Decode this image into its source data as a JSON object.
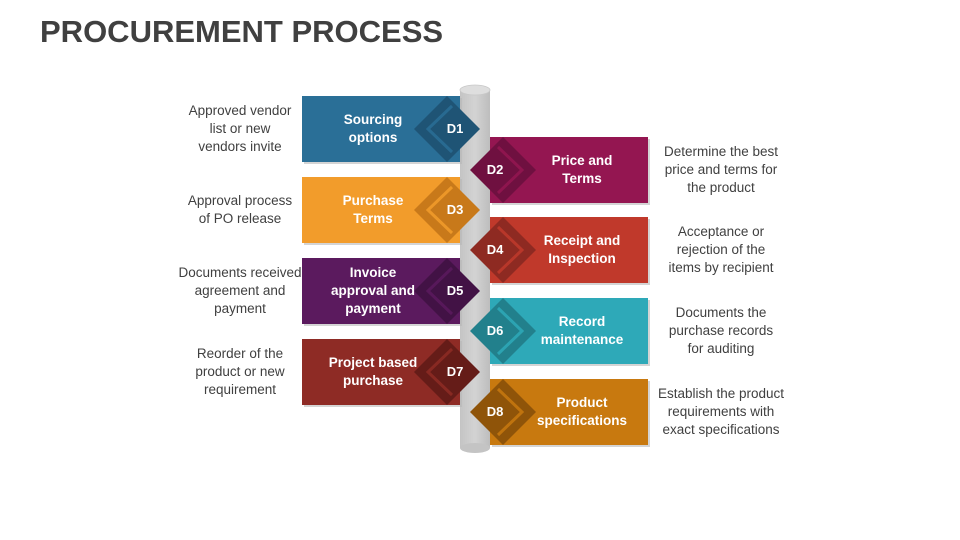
{
  "title": "PROCUREMENT PROCESS",
  "colors": {
    "title": "#404040",
    "description_text": "#404040",
    "spine": "#cccccc"
  },
  "steps": [
    {
      "id": "D1",
      "side": "left",
      "label": "Sourcing\noptions",
      "description": "Approved vendor\nlist or new\nvendors invite",
      "color": "#2a6f97",
      "accent": "#1f5475"
    },
    {
      "id": "D2",
      "side": "right",
      "label": "Price and\nTerms",
      "description": "Determine the best\nprice and terms for\nthe product",
      "color": "#941651",
      "accent": "#6f1040"
    },
    {
      "id": "D3",
      "side": "left",
      "label": "Purchase\nTerms",
      "description": "Approval process\nof PO release",
      "color": "#f29c2b",
      "accent": "#c8791a"
    },
    {
      "id": "D4",
      "side": "right",
      "label": "Receipt and\nInspection",
      "description": "Acceptance or\nrejection of the\nitems by recipient",
      "color": "#c0392b",
      "accent": "#8e2a22"
    },
    {
      "id": "D5",
      "side": "left",
      "label": "Invoice\napproval and\npayment",
      "description": "Documents received\nagreement and\npayment",
      "color": "#5b1a5e",
      "accent": "#421245"
    },
    {
      "id": "D6",
      "side": "right",
      "label": "Record\nmaintenance",
      "description": "Documents the\npurchase records\nfor auditing",
      "color": "#2ea9b8",
      "accent": "#22808c"
    },
    {
      "id": "D7",
      "side": "left",
      "label": "Project based\npurchase",
      "description": "Reorder of the\nproduct or new\nrequirement",
      "color": "#8e2b25",
      "accent": "#651c18"
    },
    {
      "id": "D8",
      "side": "right",
      "label": "Product\nspecifications",
      "description": "Establish the product\nrequirements with\nexact specifications",
      "color": "#c8790f",
      "accent": "#8f5409"
    }
  ]
}
